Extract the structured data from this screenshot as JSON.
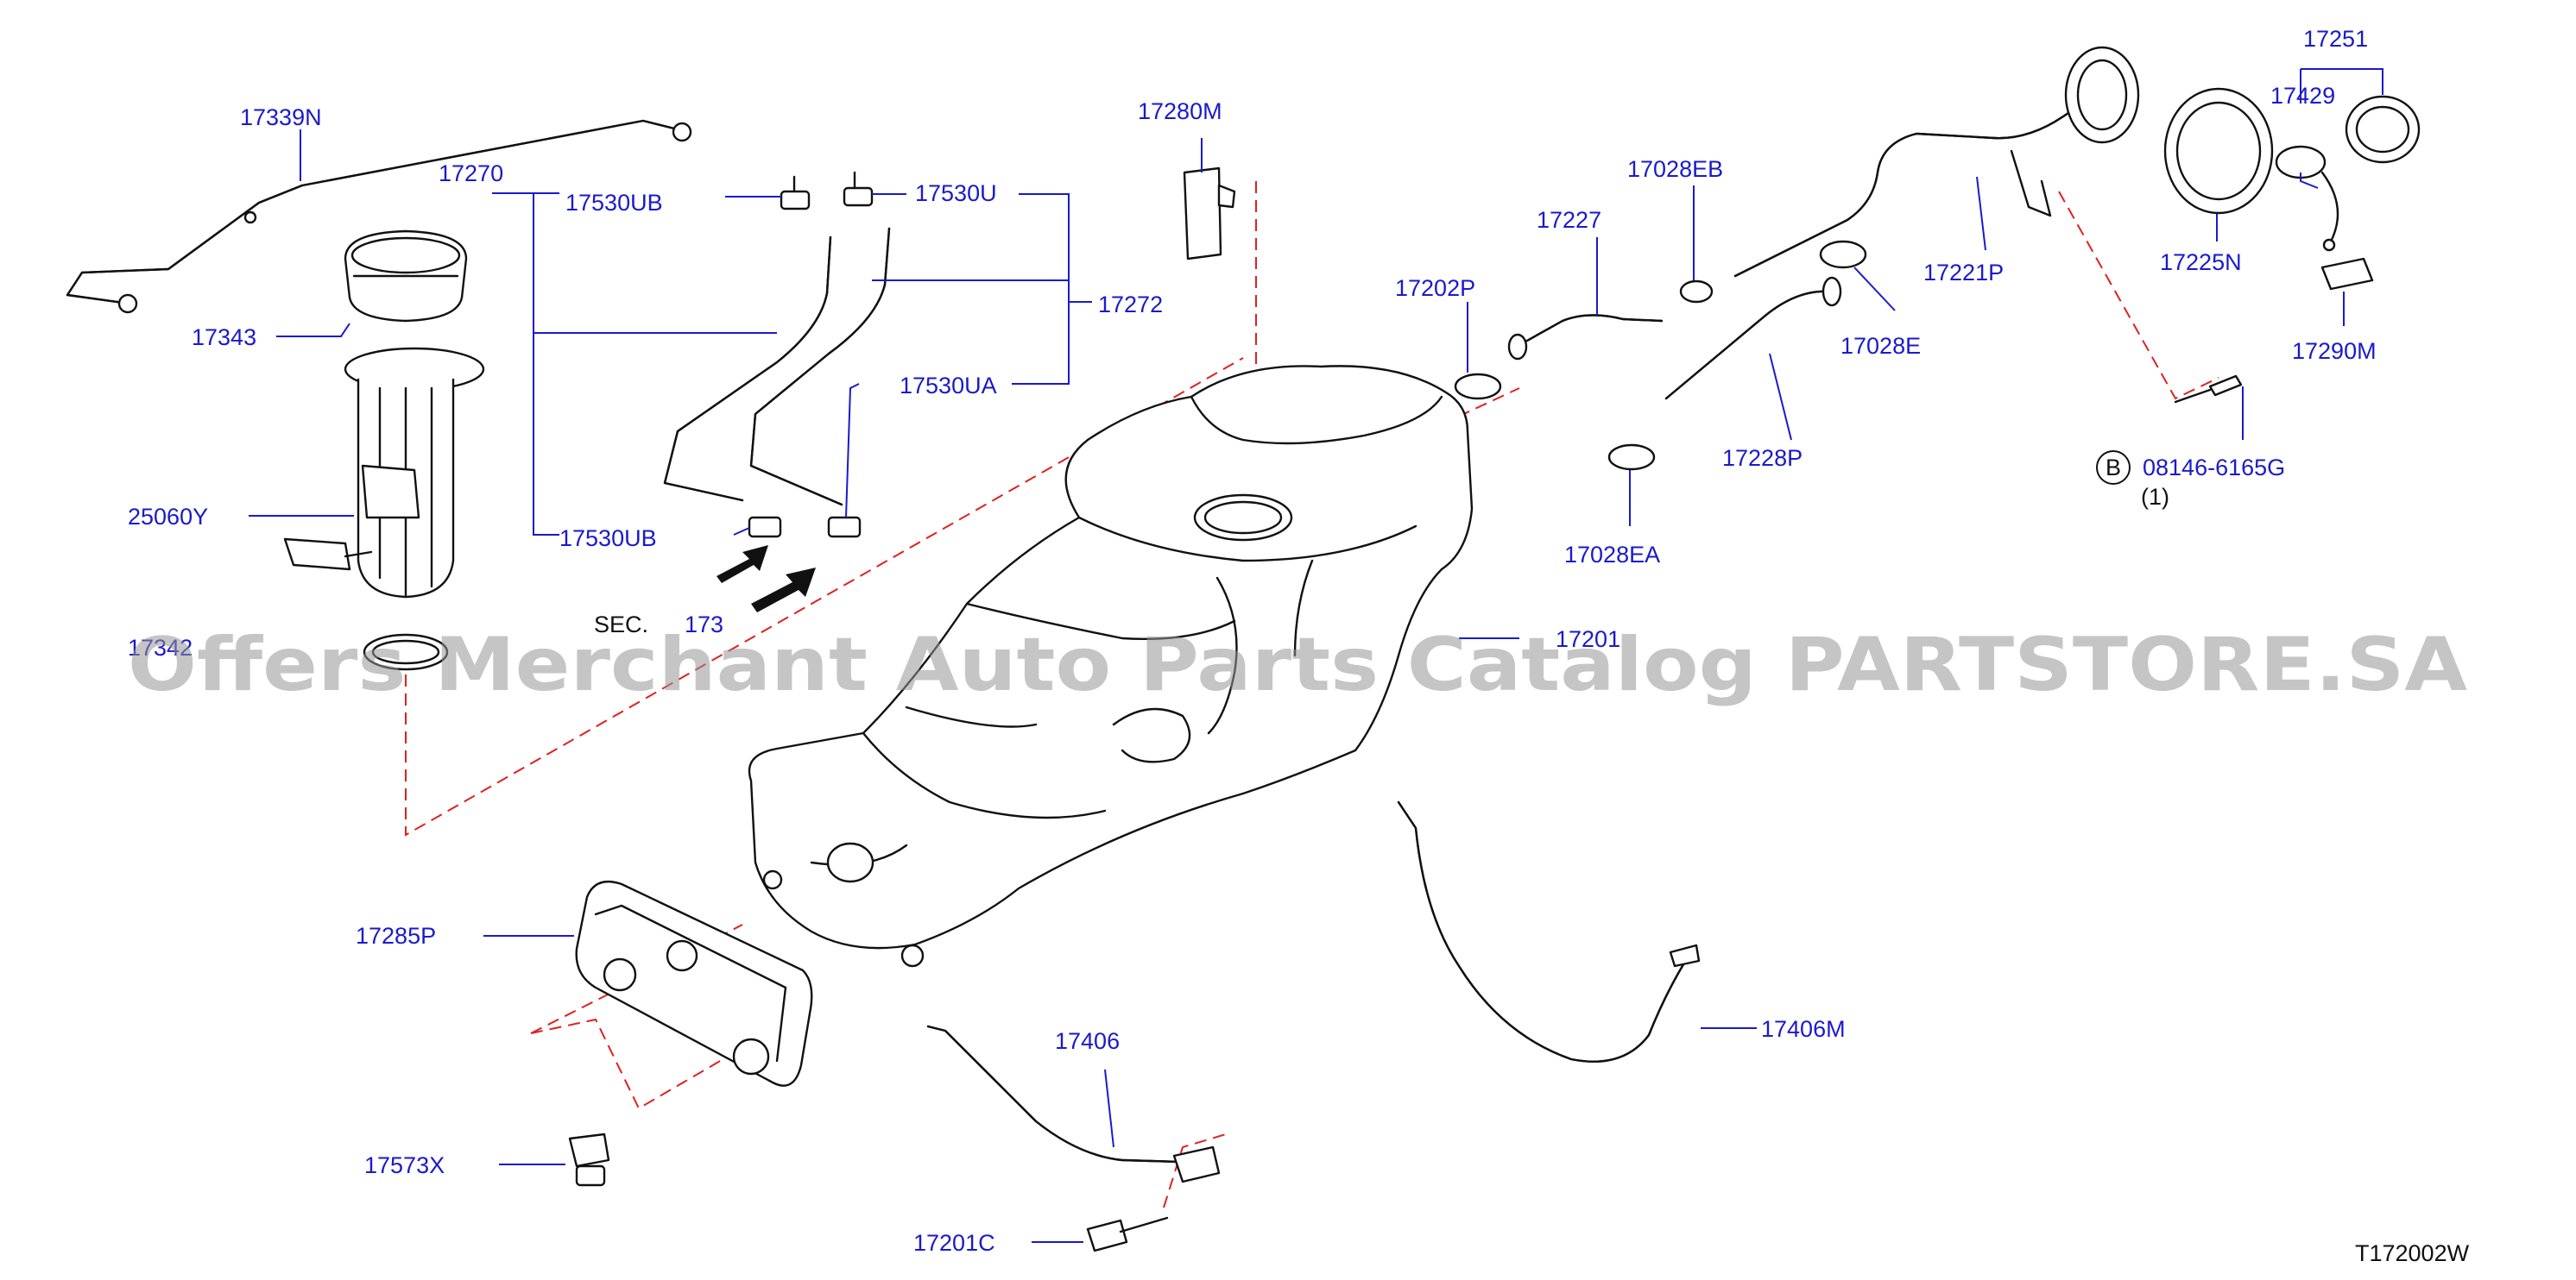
{
  "diagram": {
    "drawing_code": "T172002W",
    "watermark": "Offers Merchant Auto Parts Catalog PARTSTORE.SA",
    "section_ref": {
      "prefix": "SEC.",
      "number": "173"
    },
    "bolt_callout": {
      "badge": "B",
      "part_no": "08146-6165G",
      "qty": "(1)"
    },
    "labels": {
      "p17339N": "17339N",
      "p17270": "17270",
      "p17530UB_top": "17530UB",
      "p17530U": "17530U",
      "p17272": "17272",
      "p17530UA": "17530UA",
      "p17530UB_bot": "17530UB",
      "p17343": "17343",
      "p25060Y": "25060Y",
      "p17342": "17342",
      "p17280M": "17280M",
      "p17202P": "17202P",
      "p17227": "17227",
      "p17028EB": "17028EB",
      "p17028E": "17028E",
      "p17228P": "17228P",
      "p17028EA": "17028EA",
      "p17221P": "17221P",
      "p17251": "17251",
      "p17429": "17429",
      "p17225N": "17225N",
      "p17290M": "17290M",
      "p17201": "17201",
      "p17285P": "17285P",
      "p17406": "17406",
      "p17406M": "17406M",
      "p17573X": "17573X",
      "p17201C": "17201C"
    }
  }
}
